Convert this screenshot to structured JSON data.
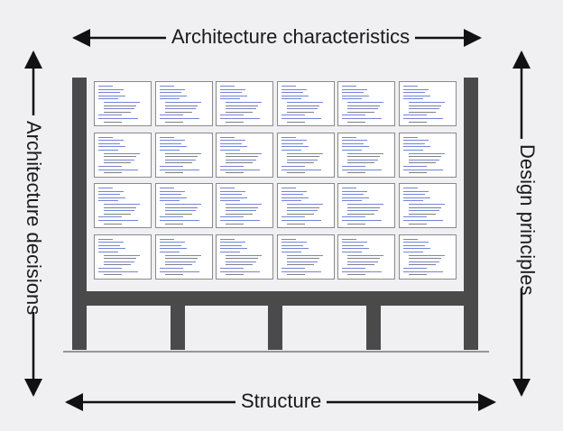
{
  "labels": {
    "top": "Architecture characteristics",
    "left": "Architecture decisions",
    "right": "Design principles",
    "bottom": "Structure"
  },
  "colors": {
    "background": "#f0f0f3",
    "structure": "#4a4a4a",
    "arrow": "#111111",
    "code_highlight": "#5a6fd0"
  },
  "grid": {
    "rows": 4,
    "columns": 6
  }
}
